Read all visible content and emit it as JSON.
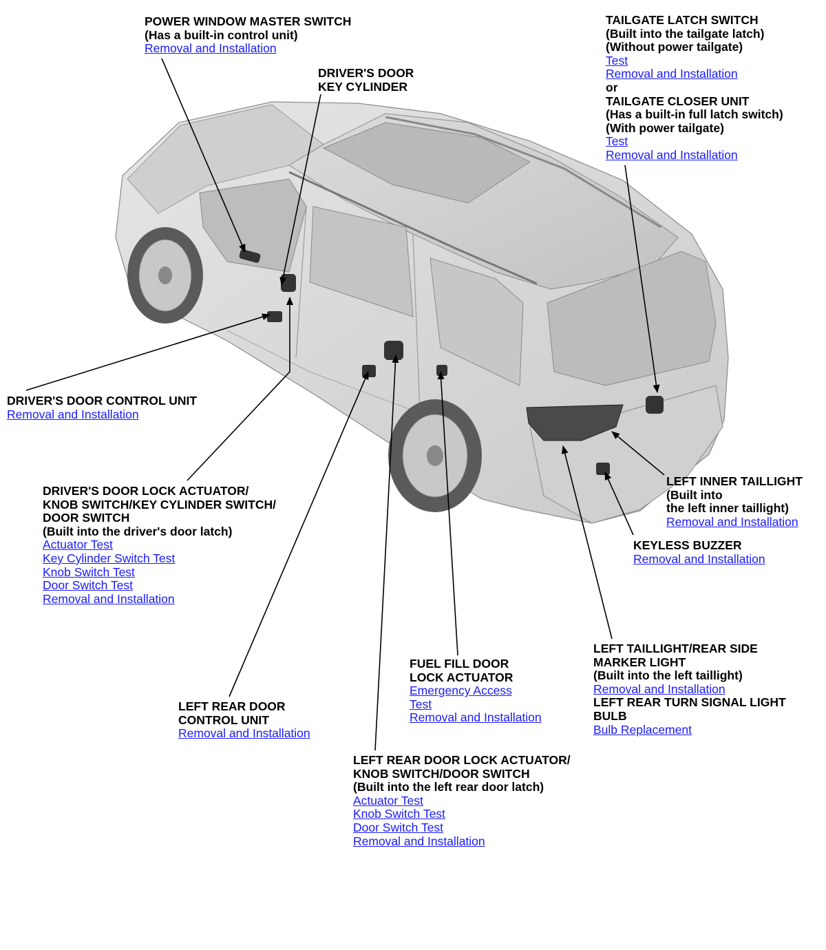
{
  "colors": {
    "link": "#1a1aff",
    "text": "#000000",
    "leader": "#000000",
    "car_body": "#d6d6d6",
    "car_shadow": "#9a9a9a"
  },
  "callouts": {
    "power_window": {
      "lines": [
        "POWER WINDOW MASTER SWITCH",
        "(Has a built-in control unit)"
      ],
      "links": [
        "Removal and Installation"
      ]
    },
    "key_cylinder": {
      "lines": [
        "DRIVER'S DOOR",
        "KEY CYLINDER"
      ],
      "links": []
    },
    "tailgate": {
      "group1": [
        "TAILGATE LATCH SWITCH",
        "(Built into the tailgate latch)",
        "(Without power tailgate)"
      ],
      "links1": [
        "Test",
        "Removal and Installation"
      ],
      "or": "or",
      "group2": [
        "TAILGATE CLOSER UNIT",
        "(Has a built-in full latch switch)",
        "(With power tailgate)"
      ],
      "links2": [
        "Test",
        "Removal and Installation"
      ]
    },
    "door_control": {
      "lines": [
        "DRIVER'S DOOR CONTROL UNIT"
      ],
      "links": [
        "Removal and Installation"
      ]
    },
    "door_lock": {
      "lines": [
        "DRIVER'S DOOR LOCK ACTUATOR/",
        "KNOB SWITCH/KEY CYLINDER SWITCH/",
        "DOOR SWITCH",
        "(Built into the driver's door latch)"
      ],
      "links": [
        "Actuator Test",
        "Key Cylinder Switch Test",
        "Knob Switch Test",
        "Door Switch Test",
        "Removal and Installation"
      ]
    },
    "inner_taillight": {
      "lines": [
        "LEFT INNER TAILLIGHT",
        "(Built into",
        "the left inner taillight)"
      ],
      "links": [
        "Removal and Installation"
      ]
    },
    "keyless_buzzer": {
      "lines": [
        "KEYLESS BUZZER"
      ],
      "links": [
        "Removal and Installation"
      ]
    },
    "taillight": {
      "group1": [
        "LEFT TAILLIGHT/REAR SIDE",
        "MARKER LIGHT",
        "(Built into the left taillight)"
      ],
      "links1": [
        "Removal and Installation"
      ],
      "group2": [
        "LEFT REAR TURN SIGNAL LIGHT",
        "BULB"
      ],
      "links2": [
        "Bulb Replacement"
      ]
    },
    "fuel_door": {
      "lines": [
        "FUEL FILL DOOR",
        "LOCK ACTUATOR"
      ],
      "links": [
        "Emergency Access",
        "Test",
        "Removal and Installation"
      ]
    },
    "rear_door_control": {
      "lines": [
        "LEFT REAR DOOR",
        "CONTROL UNIT"
      ],
      "links": [
        "Removal and Installation"
      ]
    },
    "rear_door_lock": {
      "lines": [
        "LEFT REAR DOOR LOCK ACTUATOR/",
        "KNOB SWITCH/DOOR SWITCH",
        "(Built into the left rear door latch)"
      ],
      "links": [
        "Actuator Test",
        "Knob Switch Test",
        "Door Switch Test",
        "Removal and Installation"
      ]
    }
  }
}
